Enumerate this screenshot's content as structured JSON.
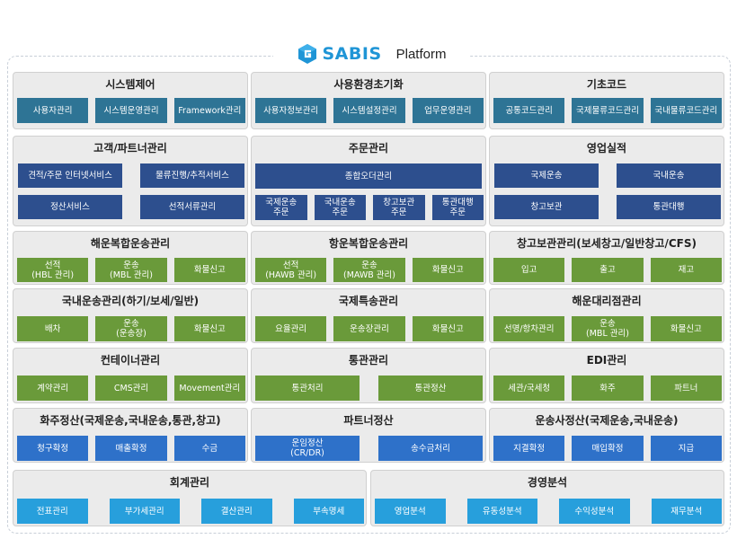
{
  "brand": {
    "logo_text": "SABIS",
    "platform": "Platform"
  },
  "colors": {
    "teal": "#2e7495",
    "navy": "#2d4f8e",
    "green": "#6a9a3a",
    "blue": "#2e71c9",
    "sky": "#279fdc",
    "logo": "#1f95d6"
  },
  "rows": [
    [
      {
        "title": "시스템제어",
        "items": [
          "사용자관리",
          "시스템운영관리",
          "Framework관리"
        ]
      },
      {
        "title": "사용환경초기화",
        "items": [
          "사용자정보관리",
          "시스템설정관리",
          "업무운영관리"
        ]
      },
      {
        "title": "기초코드",
        "items": [
          "공통코드관리",
          "국제물류코드관리",
          "국내물류코드관리"
        ]
      }
    ],
    [
      {
        "title": "고객/파트너관리",
        "items": [
          "견적/주문 인터넷서비스",
          "물류진행/추적서비스",
          "정산서비스",
          "선적서류관리"
        ]
      },
      {
        "title": "주문관리",
        "items": [
          "종합오더관리",
          "국제운송\n주문",
          "국내운송\n주문",
          "창고보관\n주문",
          "통관대행\n주문"
        ]
      },
      {
        "title": "영업실적",
        "items": [
          "국제운송",
          "국내운송",
          "창고보관",
          "통관대행"
        ]
      }
    ],
    [
      {
        "title": "해운복합운송관리",
        "items": [
          "선적\n(HBL 관리)",
          "운송\n(MBL 관리)",
          "화물신고"
        ]
      },
      {
        "title": "항운복합운송관리",
        "items": [
          "선적\n(HAWB 관리)",
          "운송\n(MAWB 관리)",
          "화물신고"
        ]
      },
      {
        "title": "창고보관관리(보세창고/일반창고/CFS)",
        "items": [
          "입고",
          "출고",
          "재고"
        ]
      }
    ],
    [
      {
        "title": "국내운송관리(하기/보세/일반)",
        "items": [
          "배차",
          "운송\n(운송장)",
          "화물신고"
        ]
      },
      {
        "title": "국제특송관리",
        "items": [
          "요율관리",
          "운송장관리",
          "화물신고"
        ]
      },
      {
        "title": "해운대리점관리",
        "items": [
          "선명/항차관리",
          "운송\n(MBL 관리)",
          "화물신고"
        ]
      }
    ],
    [
      {
        "title": "컨테이너관리",
        "items": [
          "계약관리",
          "CMS관리",
          "Movement관리"
        ]
      },
      {
        "title": "통관관리",
        "items": [
          "통관처리",
          "통관정산"
        ]
      },
      {
        "title": "EDI관리",
        "items": [
          "세관/국세청",
          "화주",
          "파트너"
        ]
      }
    ],
    [
      {
        "title": "화주정산(국제운송,국내운송,통관,창고)",
        "items": [
          "청구확정",
          "매출확정",
          "수금"
        ]
      },
      {
        "title": "파트너정산",
        "items": [
          "운임정산\n(CR/DR)",
          "송수금처리"
        ]
      },
      {
        "title": "운송사정산(국제운송,국내운송)",
        "items": [
          "지결확정",
          "매입확정",
          "지급"
        ]
      }
    ],
    [
      {
        "title": "회계관리",
        "items": [
          "전표관리",
          "부가세관리",
          "결산관리",
          "부속명세"
        ]
      },
      {
        "title": "경영분석",
        "items": [
          "영업분석",
          "유동성분석",
          "수익성분석",
          "재무분석"
        ]
      }
    ]
  ]
}
